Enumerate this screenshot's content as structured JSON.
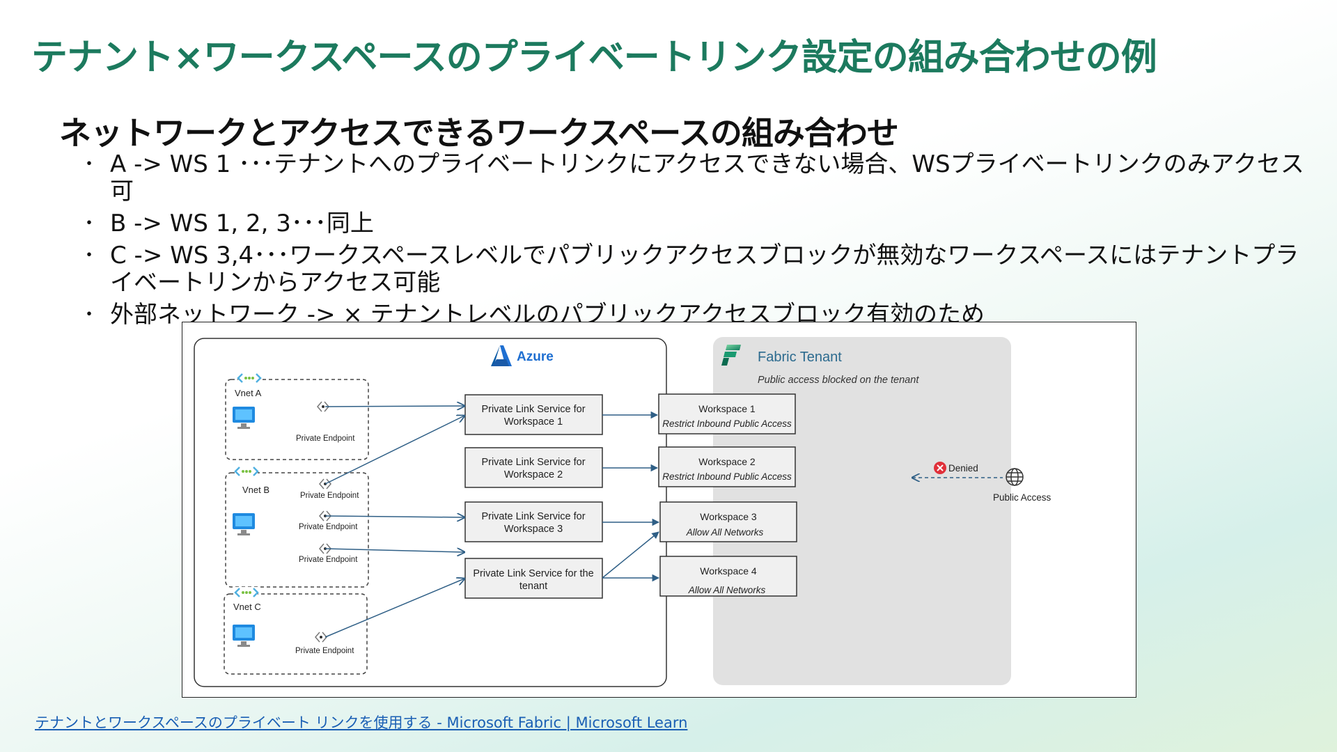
{
  "title": "テナント×ワークスペースのプライベートリンク設定の組み合わせの例",
  "subtitle": "ネットワークとアクセスできるワークスペースの組み合わせ",
  "bullets": [
    "A -> WS 1 ･･･テナントへのプライベートリンクにアクセスできない場合、WSプライベートリンクのみアクセス可",
    "B -> WS 1, 2, 3･･･同上",
    "C -> WS 3,4･･･ワークスペースレベルでパブリックアクセスブロックが無効なワークスペースにはテナントプライベートリンからアクセス可能",
    "外部ネットワーク -> × テナントレベルのパブリックアクセスブロック有効のため"
  ],
  "diagram": {
    "azure_label": "Azure",
    "fabric_title": "Fabric Tenant",
    "fabric_subtitle": "Public access blocked on the tenant",
    "vnets": [
      {
        "label": "Vnet A",
        "endpoints": [
          "Private Endpoint"
        ]
      },
      {
        "label": "Vnet B",
        "endpoints": [
          "Private Endpoint",
          "Private Endpoint",
          "Private Endpoint"
        ]
      },
      {
        "label": "Vnet C",
        "endpoints": [
          "Private Endpoint"
        ]
      }
    ],
    "services": [
      {
        "line1": "Private Link Service for",
        "line2": "Workspace 1"
      },
      {
        "line1": "Private Link Service for",
        "line2": "Workspace 2"
      },
      {
        "line1": "Private Link Service for",
        "line2": "Workspace 3"
      },
      {
        "line1": "Private Link Service for the",
        "line2": "tenant"
      }
    ],
    "workspaces": [
      {
        "name": "Workspace 1",
        "setting": "Restrict Inbound Public Access"
      },
      {
        "name": "Workspace 2",
        "setting": "Restrict Inbound Public Access"
      },
      {
        "name": "Workspace 3",
        "setting": "Allow All Networks"
      },
      {
        "name": "Workspace 4",
        "setting": "Allow All Networks"
      }
    ],
    "denied_label": "Denied",
    "public_access_label": "Public Access",
    "colors": {
      "arrow": "#2f5f86",
      "fabric_bg": "#e1e1e1",
      "box_bg": "#f0f0f0",
      "denied": "#e0303a",
      "azure": "#1f6fd1",
      "fabric": "#1a8a6a"
    }
  },
  "reference_link": "テナントとワークスペースのプライベート リンクを使用する - Microsoft Fabric | Microsoft Learn"
}
